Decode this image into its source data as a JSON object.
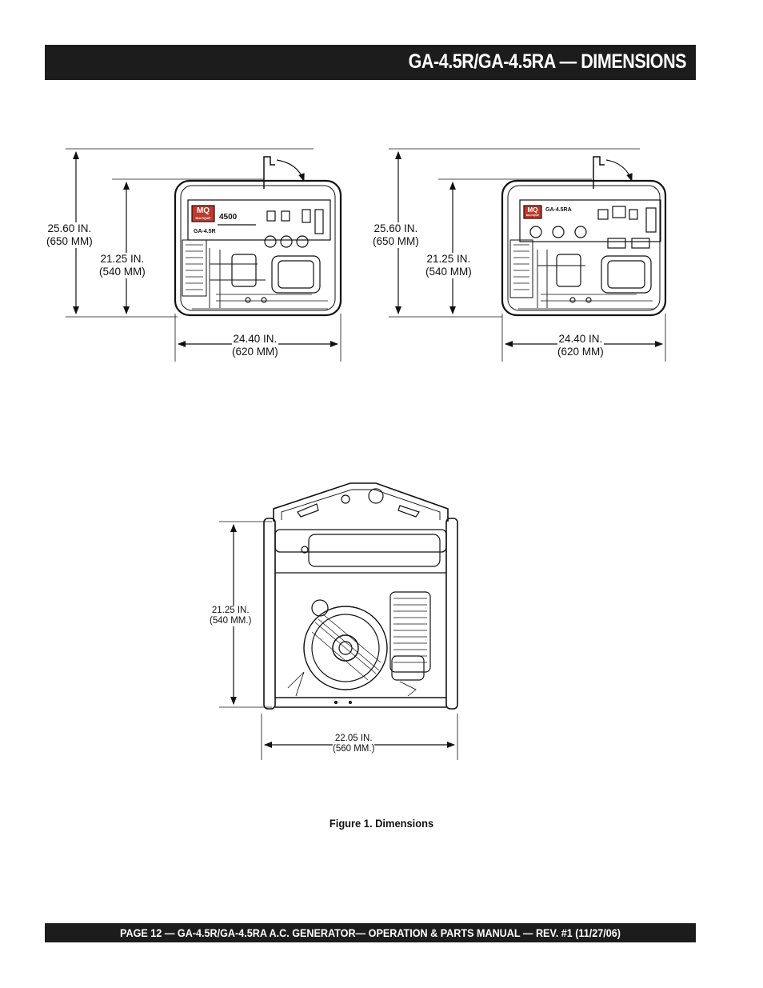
{
  "header": {
    "title": "GA-4.5R/GA-4.5RA    — DIMENSIONS"
  },
  "views": {
    "left_front": {
      "model_label": "GA-4.5R",
      "brand_logo": "MQ",
      "brand_sub": "MULTIQUIP",
      "rating": "4500",
      "overall_height": {
        "in": "25.60 IN.",
        "mm": "(650 MM)"
      },
      "frame_height": {
        "in": "21.25 IN.",
        "mm": "(540 MM)"
      },
      "width": {
        "in": "24.40 IN.",
        "mm": "(620 MM)"
      }
    },
    "right_front": {
      "model_label": "GA-4.5RA",
      "brand_logo": "MQ",
      "brand_sub": "MULTIQUIP",
      "overall_height": {
        "in": "25.60 IN.",
        "mm": "(650 MM)"
      },
      "frame_height": {
        "in": "21.25 IN.",
        "mm": "(540 MM)"
      },
      "width": {
        "in": "24.40 IN.",
        "mm": "(620 MM)"
      }
    },
    "side": {
      "height": {
        "in": "21.25 IN.",
        "mm": "(540 MM.)"
      },
      "width": {
        "in": "22.05 IN.",
        "mm": "(560 MM.)"
      }
    }
  },
  "caption": "Figure 1.  Dimensions",
  "footer": {
    "text": "PAGE 12 — GA-4.5R/GA-4.5RA    A.C. GENERATOR—  OPERATION & PARTS MANUAL — REV. #1 (11/27/06)"
  }
}
